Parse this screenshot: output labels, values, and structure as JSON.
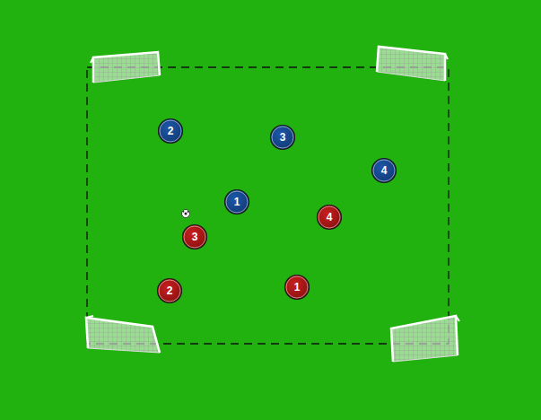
{
  "diagram": {
    "nodes": [
      {
        "text": [
          "2"
        ]
      },
      {
        "text": [
          "3"
        ]
      },
      {
        "text": [
          "4"
        ]
      },
      {
        "text": [
          "1"
        ]
      },
      {
        "text": [
          "4"
        ]
      },
      {
        "text": [
          "3"
        ]
      },
      {
        "text": [
          "2"
        ]
      },
      {
        "text": [
          "1"
        ]
      }
    ]
  }
}
